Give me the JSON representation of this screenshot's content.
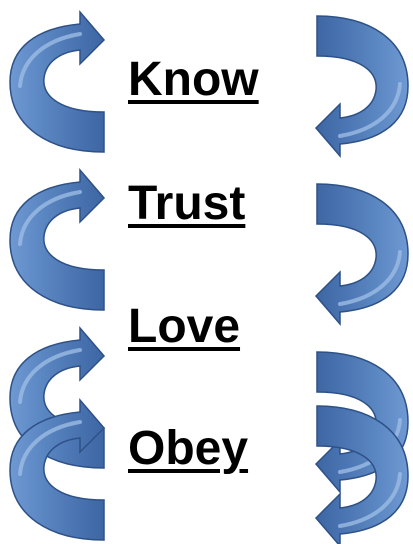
{
  "words": [
    {
      "text": "Know"
    },
    {
      "text": "Trust"
    },
    {
      "text": "Love"
    },
    {
      "text": "Obey"
    }
  ],
  "arrows": {
    "left_column": {
      "direction": "right",
      "count": 4
    },
    "right_column": {
      "direction": "left",
      "count": 4
    },
    "fill_color": "#4f7ab9",
    "highlight_color": "#8fb2de",
    "outline_color": "#2e5187"
  }
}
